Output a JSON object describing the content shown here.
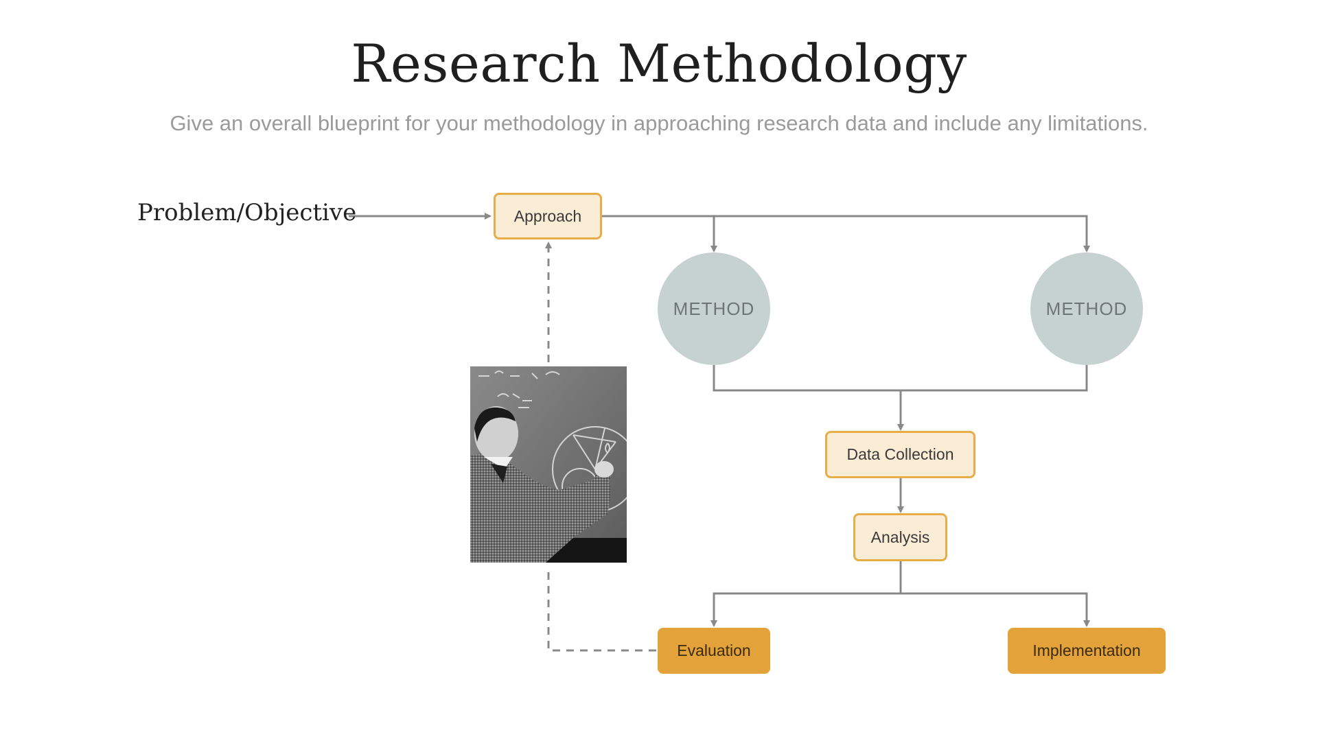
{
  "slide": {
    "title": "Research Methodology",
    "subtitle": "Give an overall blueprint for your methodology in approaching research data and include any limitations."
  },
  "diagram": {
    "start_label": "Problem/Objective",
    "nodes": {
      "approach": "Approach",
      "method_left": "METHOD",
      "method_right": "METHOD",
      "data_collection": "Data Collection",
      "analysis": "Analysis",
      "evaluation": "Evaluation",
      "implementation": "Implementation"
    }
  },
  "colors": {
    "light_box_fill": "#fbecd5",
    "box_border": "#e7ad49",
    "solid_box_fill": "#e4a33a",
    "method_circle": "#c6d2d0",
    "connector": "#888888"
  },
  "image": {
    "description_icon": "scientist-at-chalkboard-photo"
  }
}
